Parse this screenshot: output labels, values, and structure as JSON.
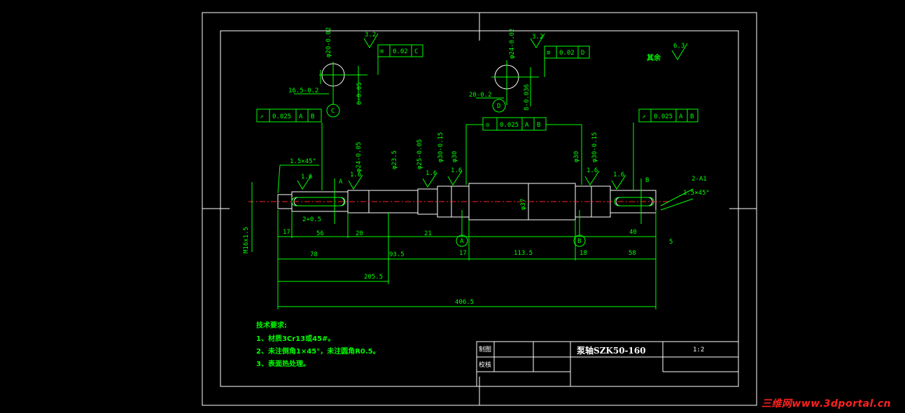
{
  "drawing": {
    "part_name": "泵轴SZK50-160",
    "scale": "1:2",
    "title_labels": {
      "drawn": "制图",
      "checked": "校核"
    },
    "surface_other": {
      "label": "其余",
      "value": "6.3"
    }
  },
  "notes": {
    "heading": "技术要求:",
    "items": [
      "1、材质3Cr13或45#。",
      "2、未注倒角1×45°，未注圆角R0.5。",
      "3、表面热处理。"
    ]
  },
  "dimensions": {
    "horizontal": [
      "17",
      "56",
      "20",
      "21",
      "17",
      "18",
      "40",
      "5",
      "78",
      "93.5",
      "113.5",
      "58",
      "205.5",
      "406.5"
    ],
    "keyway": "2+0.5",
    "thread": "M16x1.5",
    "diameters": [
      "φ24-0.05",
      "φ23.5",
      "φ25-0.05",
      "φ30-0.15",
      "φ30",
      "φ37",
      "φ30",
      "φ30-0.15"
    ],
    "chamfers": [
      "1.5×45°",
      "1.5×45°"
    ],
    "center_hole": "2-A1"
  },
  "tolerances": {
    "runout_left": {
      "symbol": "↗",
      "value": "0.025",
      "refs": [
        "A",
        "B"
      ]
    },
    "runout_right": {
      "symbol": "↗",
      "value": "0.025",
      "refs": [
        "A",
        "B"
      ]
    },
    "concentricity": {
      "symbol": "◎",
      "value": "0.025",
      "refs": [
        "A",
        "B"
      ]
    },
    "symmetry_c": {
      "symbol": "≡",
      "value": "0.02",
      "refs": [
        "C"
      ]
    },
    "symmetry_d": {
      "symbol": "≡",
      "value": "0.02",
      "refs": [
        "D"
      ]
    }
  },
  "roughness": [
    "3.2",
    "3.2",
    "1.6",
    "1.6",
    "1.6",
    "1.6",
    "1.6",
    "1.6"
  ],
  "sections": {
    "c": {
      "label": "C",
      "width": "16.5-0.2",
      "depth": "6-0.05",
      "dia": "φ20-0.02"
    },
    "d": {
      "label": "D",
      "width": "20-0.2",
      "depth": "8-0.036",
      "dia": "φ24-0.02"
    }
  },
  "datums": [
    "A",
    "B",
    "C",
    "D"
  ],
  "watermark": "三维网www.3dportal.cn"
}
